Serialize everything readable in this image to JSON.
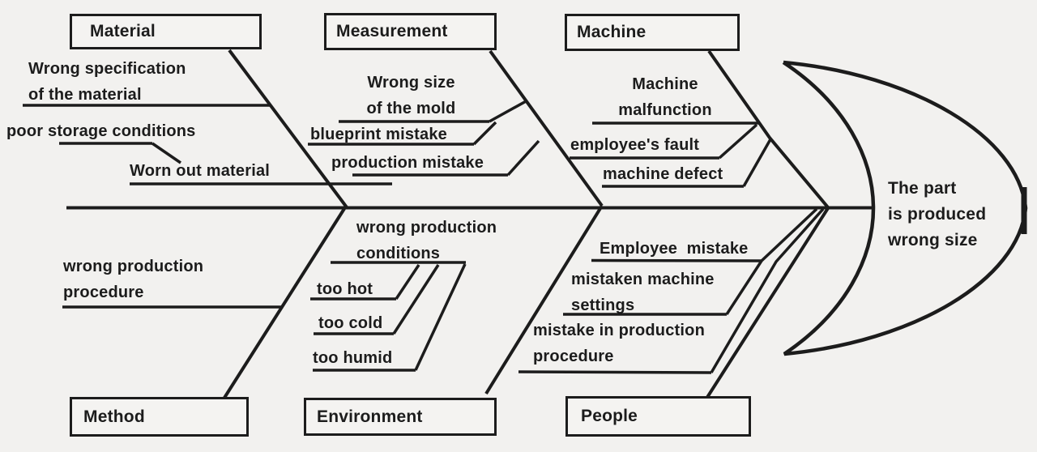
{
  "diagram_type": "fishbone-ishikawa",
  "colors": {
    "background": "#f2f1ef",
    "line": "#1c1c1c",
    "text": "#1c1c1c"
  },
  "effect": {
    "text": "The part\nis produced\nwrong size"
  },
  "categories": {
    "top": [
      {
        "label": "Material",
        "causes": [
          {
            "text": "Wrong specification\nof the material"
          },
          {
            "text": "poor storage conditions"
          },
          {
            "text": "Worn out material"
          }
        ]
      },
      {
        "label": "Measurement",
        "causes": [
          {
            "text": "Wrong size\nof the mold"
          },
          {
            "text": "blueprint mistake"
          },
          {
            "text": "production mistake"
          }
        ]
      },
      {
        "label": "Machine",
        "causes": [
          {
            "text": "Machine\nmalfunction"
          },
          {
            "text": "employee's fault"
          },
          {
            "text": "machine defect"
          }
        ]
      }
    ],
    "bottom": [
      {
        "label": "Method",
        "causes": [
          {
            "text": "wrong production\nprocedure"
          }
        ]
      },
      {
        "label": "Environment",
        "causes": [
          {
            "text": "wrong production\nconditions"
          },
          {
            "text": "too hot"
          },
          {
            "text": "too cold"
          },
          {
            "text": "too humid"
          }
        ]
      },
      {
        "label": "People",
        "causes": [
          {
            "text": "Employee  mistake"
          },
          {
            "text": "mistaken machine\nsettings"
          },
          {
            "text": "mistake in production\nprocedure"
          }
        ]
      }
    ]
  }
}
